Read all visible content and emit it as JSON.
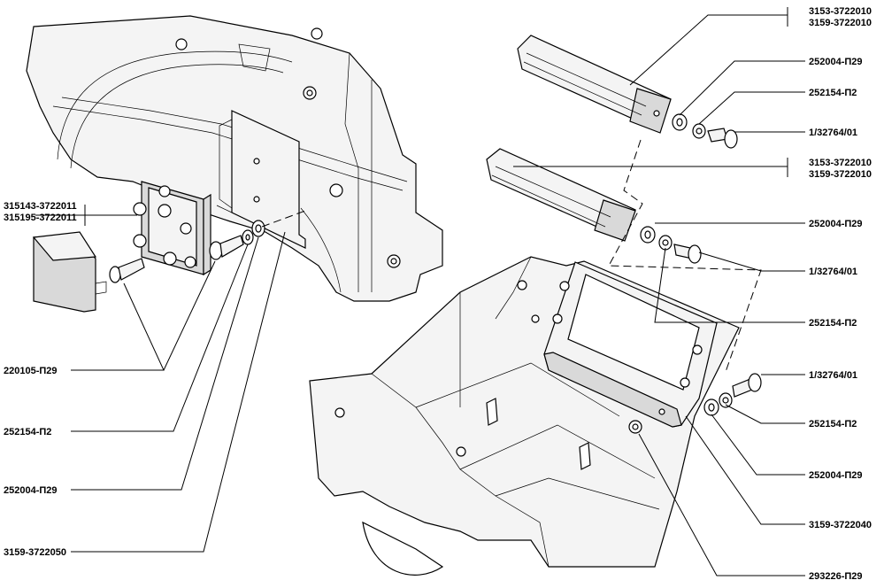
{
  "labels": {
    "connector_top_a": "3153-3722010",
    "connector_top_b": "3159-3722010",
    "washer_flat_top": "252004-П29",
    "washer_spring_top": "252154-П2",
    "screw_top": "1/32764/01",
    "connector_mid_a": "3153-3722010",
    "connector_mid_b": "3159-3722010",
    "washer_flat_mid": "252004-П29",
    "screw_mid": "1/32764/01",
    "washer_spring_mid": "252154-П2",
    "screw_low": "1/32764/01",
    "washer_spring_low": "252154-П2",
    "washer_flat_low": "252004-П29",
    "bracket_right": "3159-3722040",
    "lock_washer": "293226-П29",
    "relay_block_a": "315143-3722011",
    "relay_block_b": "315195-3722011",
    "bolt_left": "220105-П29",
    "washer_spring_left": "252154-П2",
    "washer_flat_left": "252004-П29",
    "bracket_left": "3159-3722050"
  }
}
